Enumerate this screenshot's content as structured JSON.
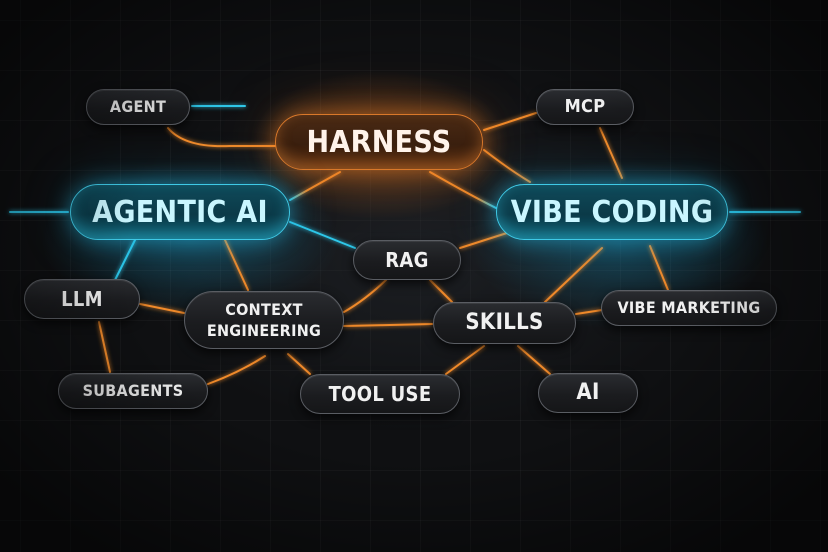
{
  "diagram": {
    "colors": {
      "background": "#0f1012",
      "grid": "#1e2024",
      "accent_orange": "#f08a2a",
      "accent_cyan": "#2fc8ea",
      "node_fill": "#1e1f22",
      "node_border": "#5a5d63"
    },
    "nodes": {
      "agent": {
        "label": "AGENT",
        "style": "dark"
      },
      "harness": {
        "label": "HARNESS",
        "style": "orange"
      },
      "mcp": {
        "label": "MCP",
        "style": "dark"
      },
      "agentic_ai": {
        "label": "AGENTIC AI",
        "style": "cyan"
      },
      "vibe_coding": {
        "label": "VIBE CODING",
        "style": "cyan"
      },
      "rag": {
        "label": "RAG",
        "style": "dark"
      },
      "llm": {
        "label": "LLM",
        "style": "dark"
      },
      "context_engineering_line1": {
        "label": "CONTEXT",
        "style": "dark"
      },
      "context_engineering_line2": {
        "label": "ENGINEERING",
        "style": "dark"
      },
      "skills": {
        "label": "SKILLS",
        "style": "dark"
      },
      "vibe_marketing": {
        "label": "VIBE MARKETING",
        "style": "dark"
      },
      "subagents": {
        "label": "SUBAGENTS",
        "style": "dark"
      },
      "tool_use": {
        "label": "TOOL USE",
        "style": "dark"
      },
      "ai": {
        "label": "AI",
        "style": "dark"
      }
    },
    "edges": [
      {
        "from": "AGENT",
        "to": "HARNESS",
        "color": "orange"
      },
      {
        "from": "AGENT",
        "to": "(stub right)",
        "color": "cyan"
      },
      {
        "from": "HARNESS",
        "to": "MCP",
        "color": "orange"
      },
      {
        "from": "HARNESS",
        "to": "AGENTIC AI",
        "color": "orange-cyan"
      },
      {
        "from": "HARNESS",
        "to": "VIBE CODING",
        "color": "orange-cyan"
      },
      {
        "from": "MCP",
        "to": "VIBE CODING",
        "color": "orange"
      },
      {
        "from": "AGENTIC AI",
        "to": "(stub left)",
        "color": "cyan"
      },
      {
        "from": "VIBE CODING",
        "to": "(stub right)",
        "color": "cyan"
      },
      {
        "from": "AGENTIC AI",
        "to": "RAG",
        "color": "cyan"
      },
      {
        "from": "AGENTIC AI",
        "to": "LLM",
        "color": "cyan"
      },
      {
        "from": "AGENTIC AI",
        "to": "CONTEXT ENGINEERING",
        "color": "cyan-orange"
      },
      {
        "from": "RAG",
        "to": "VIBE CODING",
        "color": "orange"
      },
      {
        "from": "RAG",
        "to": "CONTEXT ENGINEERING",
        "color": "orange"
      },
      {
        "from": "RAG",
        "to": "SKILLS",
        "color": "orange"
      },
      {
        "from": "VIBE CODING",
        "to": "SKILLS",
        "color": "orange"
      },
      {
        "from": "VIBE CODING",
        "to": "VIBE MARKETING",
        "color": "orange"
      },
      {
        "from": "LLM",
        "to": "CONTEXT ENGINEERING",
        "color": "orange"
      },
      {
        "from": "LLM",
        "to": "SUBAGENTS",
        "color": "orange"
      },
      {
        "from": "CONTEXT ENGINEERING",
        "to": "SKILLS",
        "color": "orange"
      },
      {
        "from": "CONTEXT ENGINEERING",
        "to": "SUBAGENTS",
        "color": "orange"
      },
      {
        "from": "CONTEXT ENGINEERING",
        "to": "TOOL USE",
        "color": "orange"
      },
      {
        "from": "SUBAGENTS",
        "to": "TOOL USE",
        "color": "orange-cyan"
      },
      {
        "from": "SKILLS",
        "to": "VIBE MARKETING",
        "color": "orange"
      },
      {
        "from": "SKILLS",
        "to": "TOOL USE",
        "color": "orange"
      },
      {
        "from": "SKILLS",
        "to": "AI",
        "color": "orange"
      },
      {
        "from": "TOOL USE",
        "to": "AI",
        "color": "orange-cyan"
      }
    ]
  }
}
